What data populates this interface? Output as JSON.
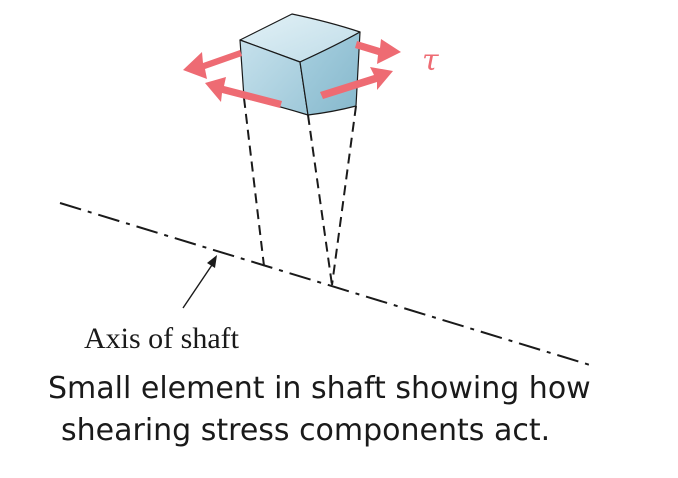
{
  "figure": {
    "axis_label": "Axis of shaft",
    "stress_symbol": "τ",
    "caption_lines": [
      "Small element in shaft showing how",
      "shearing stress components act."
    ]
  },
  "colors": {
    "arrow": "#ee6b73",
    "element_top": "#cfe6ef",
    "element_front": "#a9cfde",
    "element_side": "#8fbfd2",
    "line": "#1a1a1a"
  }
}
